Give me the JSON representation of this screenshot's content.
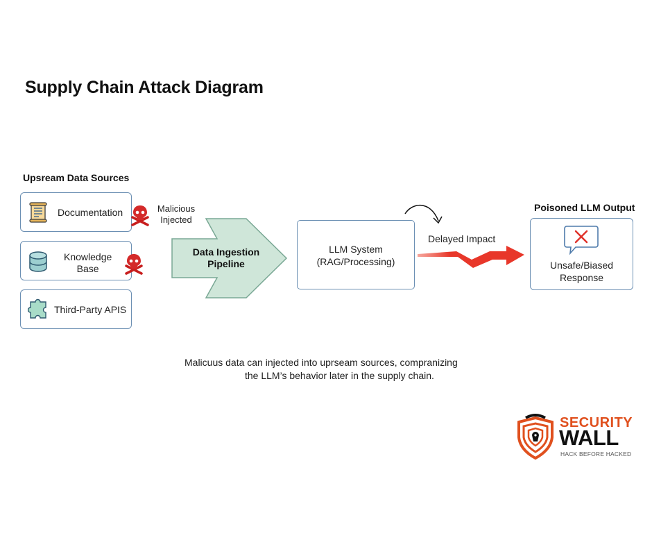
{
  "title": "Supply Chain Attack Diagram",
  "upstream": {
    "heading": "Upsream Data Sources",
    "sources": [
      {
        "label": "Documentation",
        "icon": "scroll-document-icon"
      },
      {
        "label_line1": "Knowledge",
        "label_line2": "Base",
        "icon": "database-icon"
      },
      {
        "label": "Third-Party APIS",
        "icon": "puzzle-piece-icon"
      }
    ],
    "threat_icon": "skull-crossbones-icon",
    "malicious_label_line1": "Malicious",
    "malicious_label_line2": "Injected"
  },
  "pipeline": {
    "label_line1": "Data Ingestion",
    "label_line2": "Pipeline",
    "color": "#cfe6d9"
  },
  "llm_system": {
    "label_line1": "LLM System",
    "label_line2": "(RAG/Processing)"
  },
  "impact": {
    "label": "Delayed Impact",
    "arrow_color": "#e8372a"
  },
  "output": {
    "heading": "Poisoned LLM Output",
    "label_line1": "Unsafe/Biased",
    "label_line2": "Response",
    "icon": "chat-bubble-x-icon"
  },
  "caption": {
    "line1": "Malicuus data can injected into uprseam sources, compranizing",
    "line2": "the LLM’s behavior later in the supply chain."
  },
  "logo": {
    "line1": "SECURITY",
    "line2": "WALL",
    "tagline": "HACK BEFORE HACKED",
    "brand_color": "#e0501e"
  }
}
